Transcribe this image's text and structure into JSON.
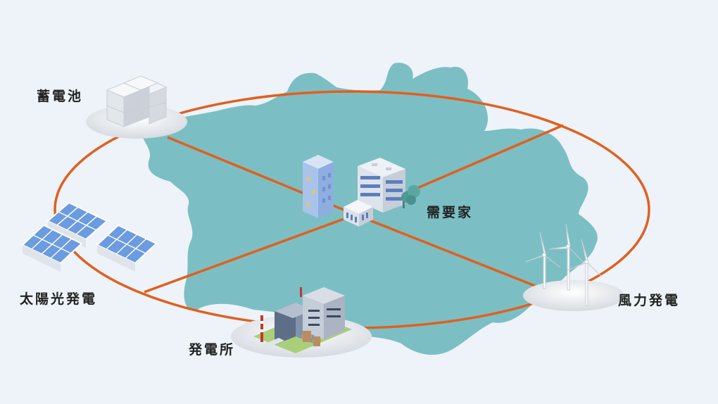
{
  "nodes": {
    "battery": {
      "label": "蓄電池"
    },
    "solar": {
      "label": "太陽光発電"
    },
    "power_plant": {
      "label": "発電所"
    },
    "demand": {
      "label": "需要家"
    },
    "wind": {
      "label": "風力発電"
    }
  },
  "colors": {
    "background": "#eef3f9",
    "land": "#7bbfc4",
    "link_line": "#e0601e",
    "platform": "#d9dee4",
    "building_blue": "#a9c3ea",
    "solar_panel": "#6b9be0",
    "label_text": "#222222"
  },
  "icons": [
    "battery-cabinet-icon",
    "solar-panel-icon",
    "power-plant-icon",
    "office-building-icon",
    "wind-turbine-icon",
    "tree-icon"
  ]
}
